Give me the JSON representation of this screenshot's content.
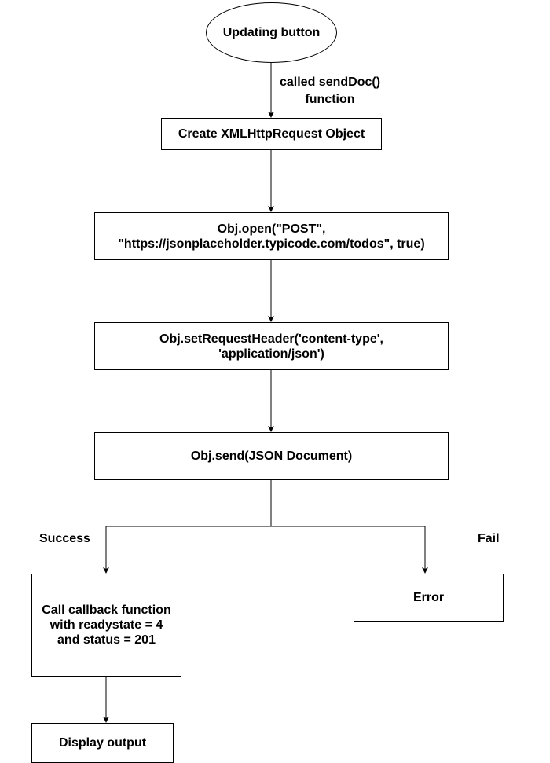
{
  "diagram": {
    "nodes": {
      "start": "Updating button",
      "create": "Create XMLHttpRequest Object",
      "open": "Obj.open(\"POST\",\n\"https://jsonplaceholder.typicode.com/todos\", true)",
      "header": "Obj.setRequestHeader('content-type',\n'application/json')",
      "send": "Obj.send(JSON Document)",
      "callback": "Call callback function\nwith readystate = 4\nand status = 201",
      "error": "Error",
      "display": "Display output"
    },
    "edge_labels": {
      "called": "called sendDoc()\nfunction",
      "success": "Success",
      "fail": "Fail"
    },
    "colors": {
      "stroke": "#000000",
      "fill": "#ffffff"
    }
  }
}
